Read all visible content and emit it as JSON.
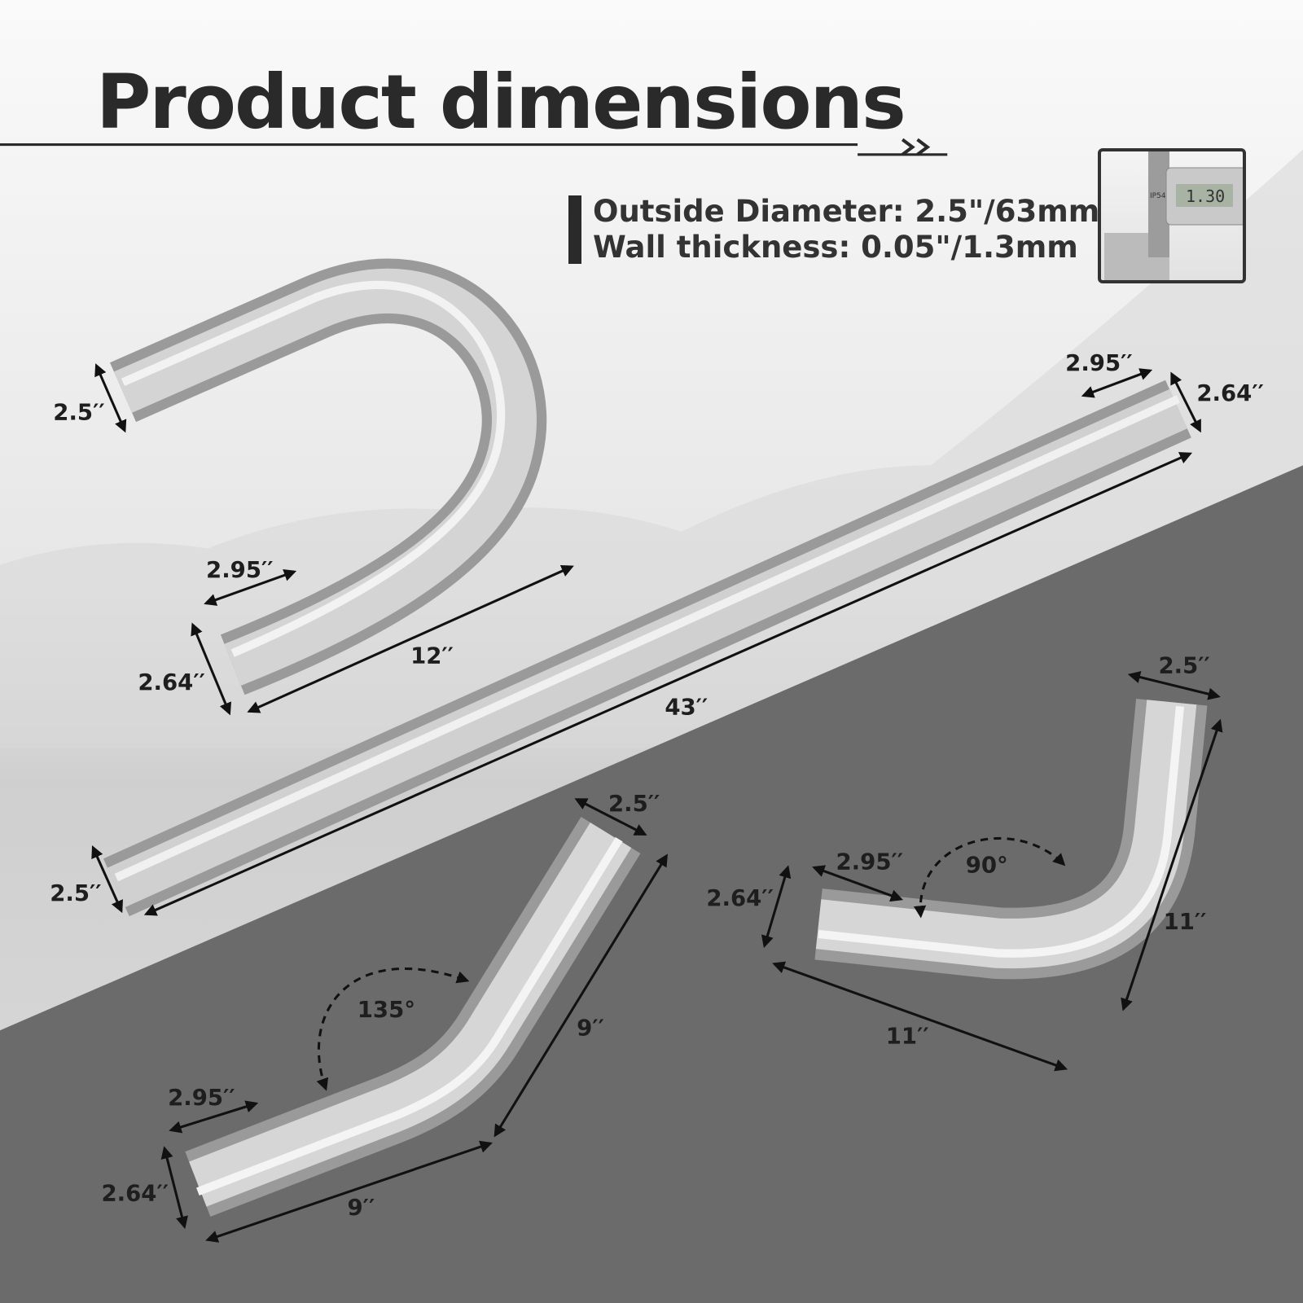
{
  "title": "Product dimensions",
  "arrows_glyph": "»",
  "specs": [
    "Outside Diameter: 2.5\"/63mm",
    "Wall thickness: 0.05\"/1.3mm"
  ],
  "inset": {
    "caliper_reading": "1.30",
    "caliper_label": "IP54"
  },
  "colors": {
    "dark_panel": "#6b6b6b",
    "text": "#1e1e1e",
    "pipe": "#c8c8c8"
  },
  "pieces": {
    "u_bend": {
      "diameter": "2.5′′",
      "expanded_length": "2.95′′",
      "expanded_diameter": "2.64′′",
      "length": "12′′"
    },
    "straight": {
      "expanded_length": "2.95′′",
      "expanded_diameter": "2.64′′",
      "diameter": "2.5′′",
      "length": "43′′"
    },
    "bend_135": {
      "diameter": "2.5′′",
      "angle": "135°",
      "leg_a": "9′′",
      "leg_b": "9′′",
      "expanded_length": "2.95′′",
      "expanded_diameter": "2.64′′"
    },
    "bend_90": {
      "diameter": "2.5′′",
      "angle": "90°",
      "leg_a": "11′′",
      "leg_b": "11′′",
      "expanded_length": "2.95′′",
      "expanded_diameter": "2.64′′"
    }
  }
}
